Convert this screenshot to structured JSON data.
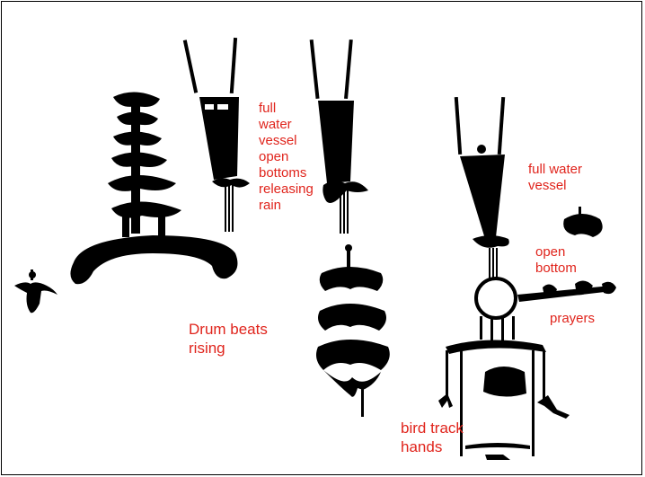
{
  "labels": {
    "water_vessel_left": "full\nwater\nvessel\nopen\nbottoms\nreleasing\nrain",
    "water_vessel_right": "full water\nvessel",
    "open_bottom": "open\nbottom",
    "prayers": "prayers",
    "drum_beats": "Drum beats\nrising",
    "bird_track_hands": "bird track\nhands"
  },
  "colors": {
    "annotation": "#e0241c",
    "ink": "#000000",
    "background": "#ffffff"
  }
}
